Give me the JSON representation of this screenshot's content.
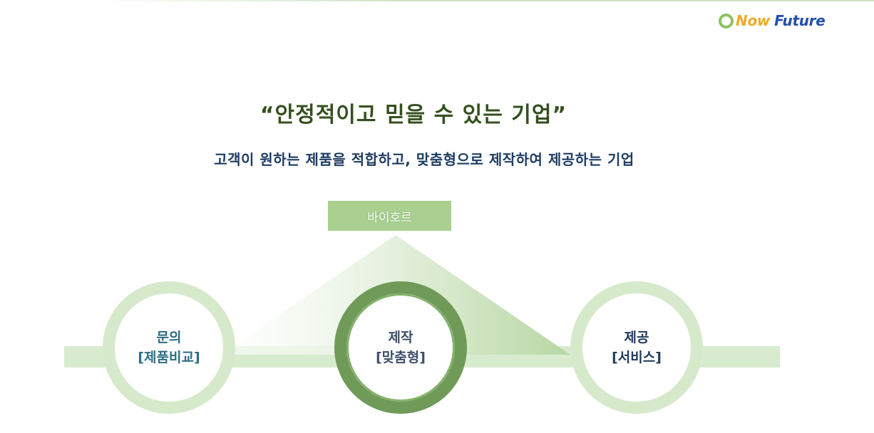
{
  "logo": {
    "now": "Now",
    "future": "Future"
  },
  "headline": "“안정적이고 믿을 수 있는 기업”",
  "subheadline": "고객이 원하는 제품을 적합하고, 맞춤형으로 제작하여 제공하는 기업",
  "top_box": {
    "label": "바이호르"
  },
  "steps": [
    {
      "line1": "문의",
      "line2": "[제품비교]"
    },
    {
      "line1": "제작",
      "line2": "[맞춤형]"
    },
    {
      "line1": "제공",
      "line2": "[서비스]"
    }
  ],
  "colors": {
    "headline": "#34501f",
    "subheadline": "#1f3d63",
    "accent_green": "#a9d08e",
    "dark_green": "#6f9a58",
    "light_green": "#d6eacb",
    "logo_orange": "#f0a82a",
    "logo_blue": "#2350a8"
  }
}
